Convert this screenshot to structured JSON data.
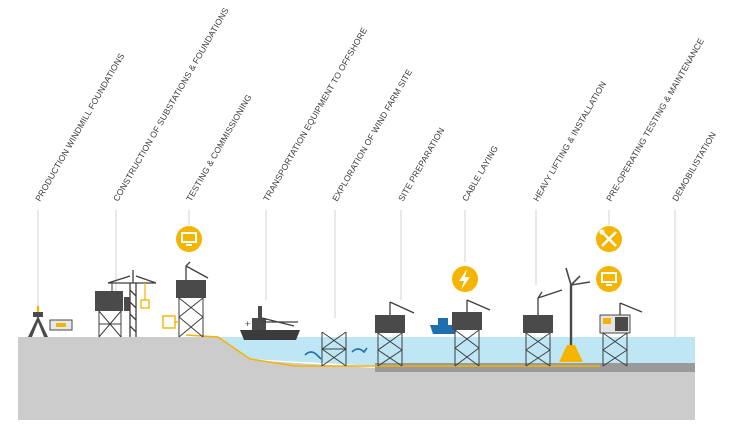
{
  "stages": [
    {
      "label": "PRODUCTION WINDMILL FOUNDATIONS"
    },
    {
      "label": "CONSTRUCTION OF SUBSTATIONS & FOUNDATIONS"
    },
    {
      "label": "TESTING & COMMISSIONING"
    },
    {
      "label": "TRANSPORTATION EQUIPMENT TO OFFSHORE"
    },
    {
      "label": "EXPLORATION OF WIND FARM SITE"
    },
    {
      "label": "SITE PREPARATION"
    },
    {
      "label": "CABLE LAYING"
    },
    {
      "label": "HEAVY LIFTING & INSTALLATION"
    },
    {
      "label": "PRE-OPERATING TESTING & MAINTENANCE"
    },
    {
      "label": "DEMOBILISTATION"
    }
  ],
  "icons": [
    {
      "name": "monitor-screen-icon",
      "stage": "TESTING & COMMISSIONING"
    },
    {
      "name": "lightning-bolt-icon",
      "stage": "CABLE LAYING"
    },
    {
      "name": "wrench-screwdriver-icon",
      "stage": "PRE-OPERATING TESTING & MAINTENANCE"
    },
    {
      "name": "monitor-screen-icon",
      "stage": "PRE-OPERATING TESTING & MAINTENANCE"
    }
  ],
  "colors": {
    "accent": "#f5b400",
    "water": "#bfe6f4",
    "land": "#cccccc",
    "structure": "#4a4a4a",
    "guide_line": "#c8c8c8",
    "boat": "#1f6fb0"
  }
}
